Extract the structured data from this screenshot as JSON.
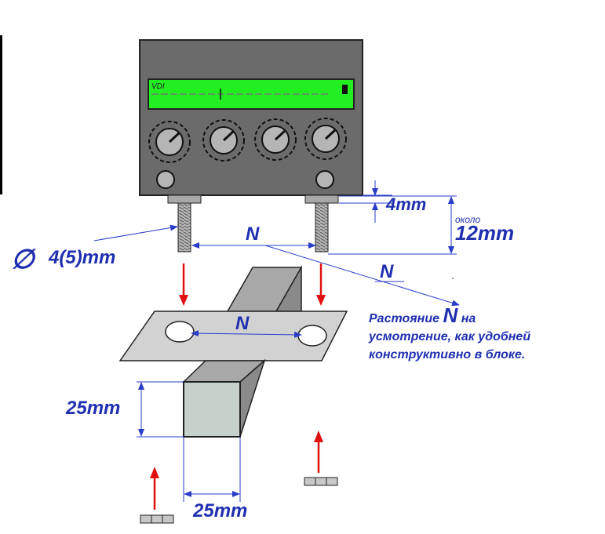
{
  "device": {
    "display_label": "VDI",
    "knob_count": 4,
    "colors": {
      "case": "#6b6b6b",
      "display": "#22ee22",
      "knob": "#b5b5b5",
      "bolt": "#aaaaaa"
    }
  },
  "labels": {
    "bolt_distance": "N",
    "offset_distance": "N",
    "plate_hole_distance": "N",
    "diameter_symbol": "∅",
    "diameter_value": "4(5)mm",
    "gap_height": "4mm",
    "approx_word": "около",
    "bolt_length": "12mm",
    "beam_height": "25mm",
    "beam_width": "25mm"
  },
  "note": {
    "line1_before": "Растояние",
    "line1_symbol": "N",
    "line1_after": "на",
    "line2": "усмотрение, как удобней",
    "line3": "конструктивно в блоке."
  },
  "colors": {
    "dimension_text": "#1f2fb0",
    "dimension_line": "#2a3cc8",
    "arrow": "#e01010",
    "plate": "#d2d2d2",
    "beam_top": "#a8a8a8",
    "beam_front": "#c6d1cb"
  }
}
